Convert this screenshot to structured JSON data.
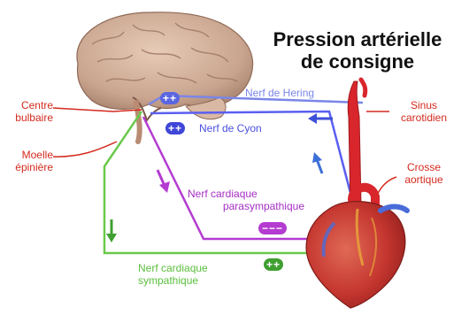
{
  "title": {
    "line1": "Pression artérielle",
    "line2": "de consigne"
  },
  "labels": {
    "centre_bulbaire": {
      "line1": "Centre",
      "line2": "bulbaire"
    },
    "moelle_epiniere": {
      "line1": "Moelle",
      "line2": "épinière"
    },
    "sinus_carotidien": {
      "line1": "Sinus",
      "line2": "carotidien"
    },
    "crosse_aortique": {
      "line1": "Crosse",
      "line2": "aortique"
    },
    "nerf_hering": "Nerf de Hering",
    "nerf_cyon": "Nerf de Cyon",
    "nerf_parasympathique": {
      "line1": "Nerf cardiaque",
      "line2": "parasympathique"
    },
    "nerf_sympathique": {
      "line1": "Nerf cardiaque",
      "line2": "sympathique"
    }
  },
  "signs": {
    "hering_plus": "++",
    "cyon_plus": "++",
    "parasympathique_minus": "−−−",
    "sympathique_plus": "++"
  },
  "colors": {
    "label_red": "#d42a1e",
    "hering_nerve": "#7b86e8",
    "cyon_nerve": "#5a5ff0",
    "parasympathetic_nerve": "#b43bd1",
    "sympathetic_nerve": "#69c94a",
    "artery": "#d8262c",
    "heart": "#c4352f",
    "brain": "#c9a58f"
  }
}
